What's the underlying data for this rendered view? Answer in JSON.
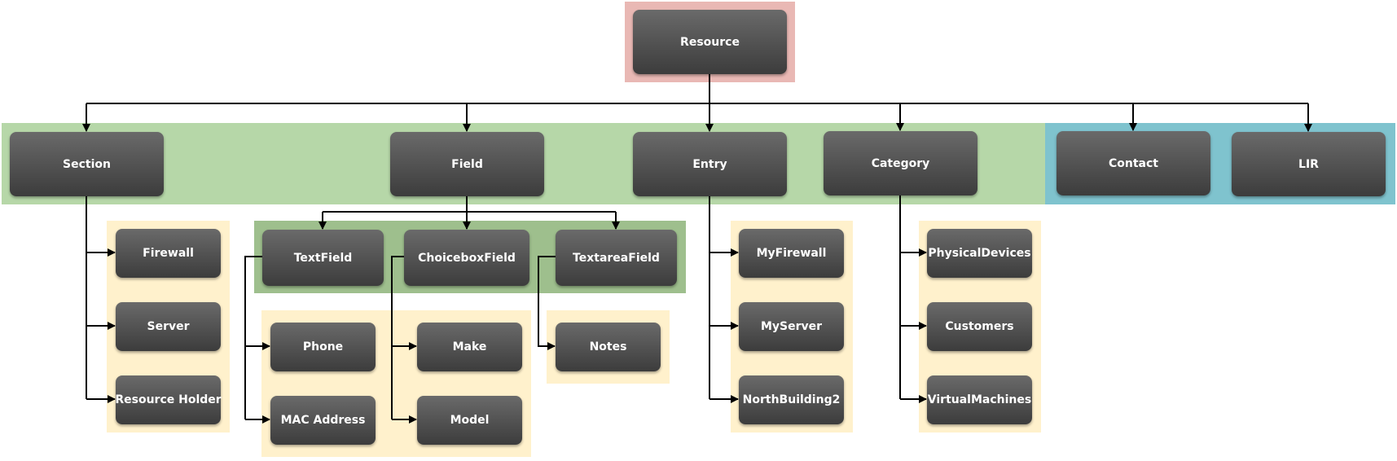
{
  "colors": {
    "root_region": "#e9b8b4",
    "top_region": "#b6d7a8",
    "external_region": "#7fc3ce",
    "field_types_region": "#9ebf8d",
    "children_region": "#fff1cc",
    "node_fill_top": "#6a6a6a",
    "node_fill_bottom": "#3c3c3c",
    "node_text": "#ffffff",
    "connector": "#000000"
  },
  "nodes": {
    "resource": "Resource",
    "section": "Section",
    "field": "Field",
    "entry": "Entry",
    "category": "Category",
    "contact": "Contact",
    "lir": "LIR",
    "firewall": "Firewall",
    "server": "Server",
    "resource_holder": "Resource Holder",
    "textfield": "TextField",
    "choiceboxfield": "ChoiceboxField",
    "textareafield": "TextareaField",
    "phone": "Phone",
    "mac_address": "MAC Address",
    "make": "Make",
    "model": "Model",
    "notes": "Notes",
    "myfirewall": "MyFirewall",
    "myserver": "MyServer",
    "northbuilding2": "NorthBuilding2",
    "physicaldevices": "PhysicalDevices",
    "customers": "Customers",
    "virtualmachines": "VirtualMachines"
  }
}
